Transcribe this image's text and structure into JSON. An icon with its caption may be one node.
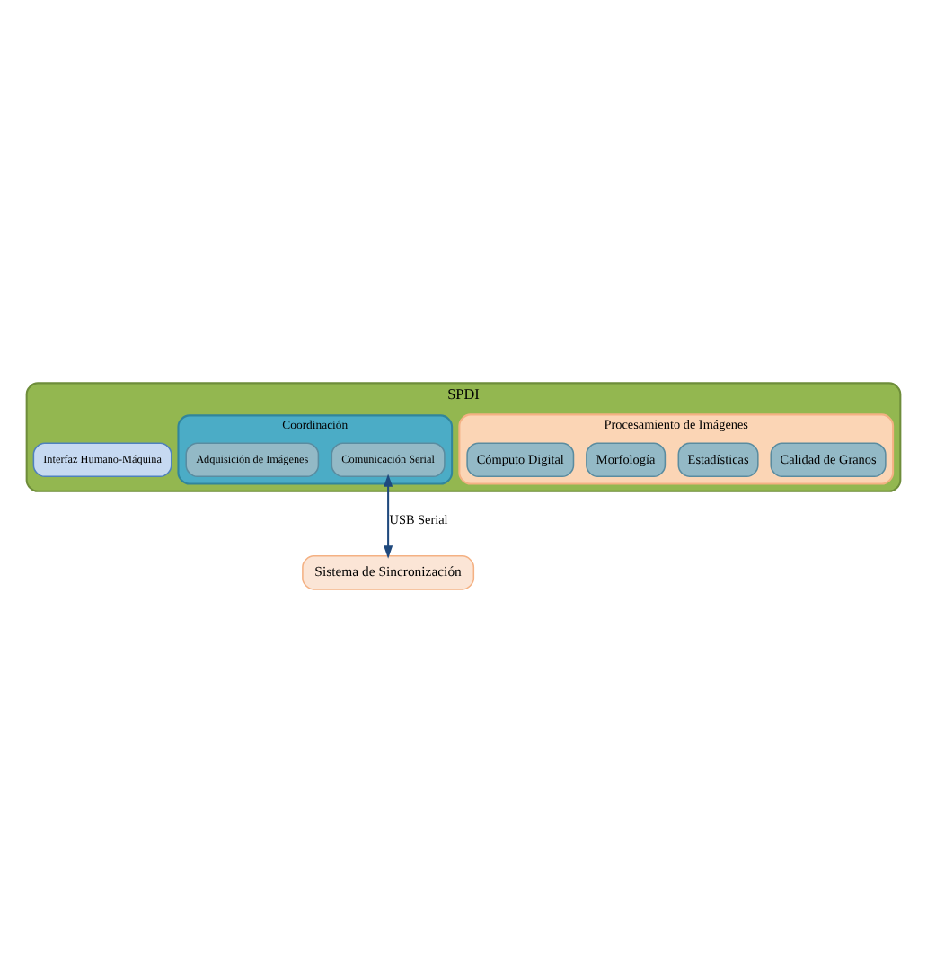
{
  "diagram": {
    "nodes": [
      {
        "text": [
          "SPDI"
        ]
      },
      {
        "text": [
          "Procesamiento de Imágenes"
        ],
        "in": 0
      },
      {
        "text": [
          "Calidad de Granos"
        ],
        "in": 1
      },
      {
        "text": [
          "Estadísticas"
        ],
        "in": 1
      },
      {
        "text": [
          "Morfología"
        ],
        "in": 1
      },
      {
        "text": [
          "Cómputo Digital"
        ],
        "in": 1
      },
      {
        "text": [
          "Interfaz Humano-Máquina"
        ],
        "in": 0
      },
      {
        "text": [
          "Coordinación"
        ],
        "in": 0
      },
      {
        "text": [
          "Comunicación Serial"
        ],
        "in": 7
      },
      {
        "text": [
          "Adquisición de Imágenes"
        ],
        "in": 7
      },
      {
        "text": [
          "Sistema de Sincronización"
        ]
      }
    ],
    "edges": [
      {
        "from": 8,
        "to": 10,
        "arrow": "both",
        "label": "USB Serial"
      }
    ]
  }
}
